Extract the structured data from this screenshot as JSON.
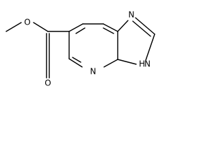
{
  "molecule": {
    "atoms": {
      "carbonyl_oxygen": "O",
      "ester_oxygen": "O",
      "pyridine_nitrogen": "N",
      "imidazole_nitrogen_top": "N",
      "imidazole_nh": "N",
      "imidazole_h": "H"
    },
    "line_color": "#000000",
    "background_color": "#ffffff"
  }
}
